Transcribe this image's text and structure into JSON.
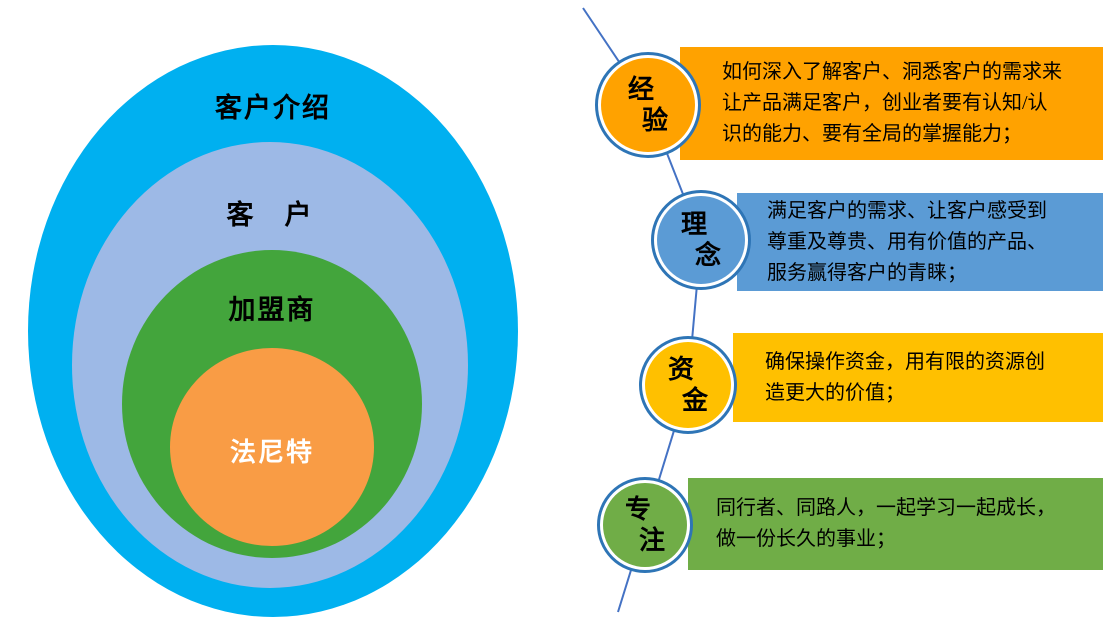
{
  "venn": {
    "rings": [
      {
        "label": "客户介绍",
        "fill": "#00b0f0",
        "text_color": "#000000"
      },
      {
        "label": "客　户",
        "fill": "#9db9e6",
        "text_color": "#000000"
      },
      {
        "label": "加盟商",
        "fill": "#43a53c",
        "text_color": "#000000"
      },
      {
        "label": "法尼特",
        "fill": "#f99c45",
        "text_color": "#ffffff"
      }
    ]
  },
  "timeline": {
    "line_color": "#4472c4",
    "ring_color": "#2e75b6",
    "items": [
      {
        "label": "经验",
        "fill": "#ffa200",
        "banner_fill": "#ffa200",
        "description": "如何深入了解客户、洞悉客户的需求来让产品满足客户，创业者要有认知/认识的能力、要有全局的掌握能力；",
        "lines": [
          "如何深入了解客户、洞悉客户的需求来",
          "让产品满足客户，创业者要有认知/认",
          "识的能力、要有全局的掌握能力；"
        ]
      },
      {
        "label": "理念",
        "fill": "#5b9bd5",
        "banner_fill": "#5b9bd5",
        "description": "满足客户的需求、让客户感受到尊重及尊贵、用有价值的产品、服务赢得客户的青睐；",
        "lines": [
          "满足客户的需求、让客户感受到",
          "尊重及尊贵、用有价值的产品、",
          "服务赢得客户的青睐；"
        ]
      },
      {
        "label": "资金",
        "fill": "#ffc000",
        "banner_fill": "#ffc000",
        "description": "确保操作资金，用有限的资源创造更大的价值；",
        "lines": [
          "确保操作资金，用有限的资源创",
          "造更大的价值；"
        ]
      },
      {
        "label": "专注",
        "fill": "#70ad47",
        "banner_fill": "#70ad47",
        "description": "同行者、同路人，一起学习一起成长，做一份长久的事业；",
        "lines": [
          "同行者、同路人，一起学习一起成长，",
          "做一份长久的事业；"
        ]
      }
    ]
  }
}
